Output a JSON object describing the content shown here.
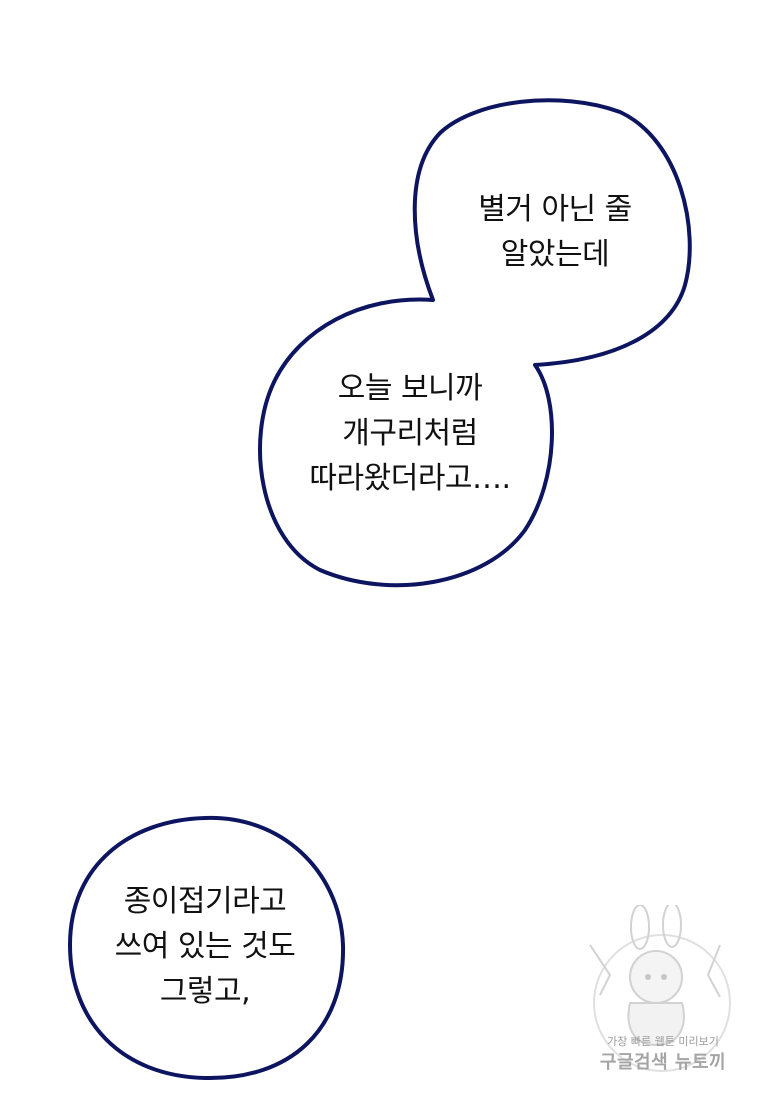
{
  "bubble_top": {
    "lines": [
      "별거 아닌 줄",
      "알았는데"
    ]
  },
  "bubble_middle": {
    "lines": [
      "오늘 보니까",
      "개구리처럼",
      "따라왔더라고…."
    ]
  },
  "bubble_bottom": {
    "lines": [
      "종이접기라고",
      "쓰여 있는 것도",
      "그렇고,"
    ]
  },
  "watermark": {
    "small_text": "가장 빠른 웹툰 미리보기",
    "big_text": "구글검색 뉴토끼",
    "icon": "rabbit-character-logo"
  },
  "colors": {
    "bubble_outline": "#0d1560",
    "text": "#111111",
    "watermark": "#a5a5a5"
  }
}
